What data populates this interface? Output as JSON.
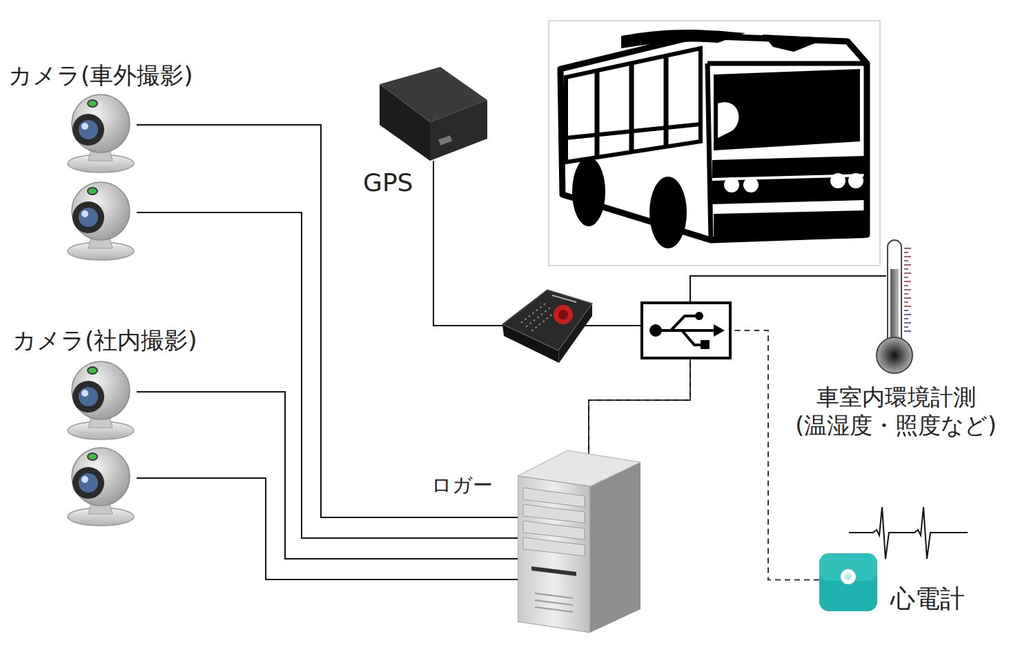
{
  "diagram": {
    "nodes": [
      {
        "text": [
          "カメラ(車外撮影)"
        ]
      },
      {
        "text": [
          "カメラ(社内撮影)"
        ]
      },
      {
        "text": [
          "GPS"
        ]
      },
      {
        "text": [
          "ロガー"
        ]
      },
      {
        "text": [
          "車室内環境計測 (温湿度・照度など)"
        ]
      },
      {
        "text": [
          "心電計"
        ]
      }
    ],
    "edges": [
      {
        "from": 0,
        "to": 3,
        "arrow": "none"
      },
      {
        "from": 0,
        "to": 3,
        "arrow": "none"
      },
      {
        "from": 1,
        "to": 3,
        "arrow": "none"
      },
      {
        "from": 1,
        "to": 3,
        "arrow": "none"
      },
      {
        "from": 2,
        "to": 3,
        "arrow": "none"
      },
      {
        "from": 4,
        "to": 3,
        "arrow": "none"
      },
      {
        "from": 5,
        "to": 3,
        "arrow": "none"
      }
    ]
  }
}
